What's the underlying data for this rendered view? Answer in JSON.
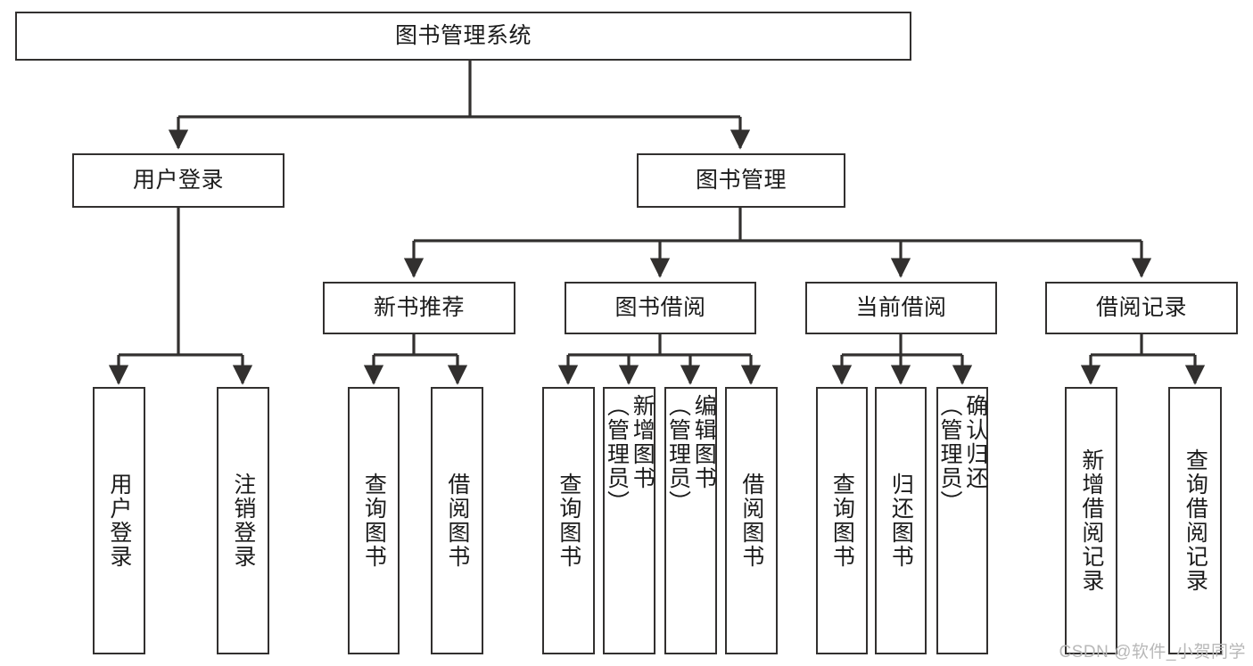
{
  "diagram": {
    "title": "图书管理系统",
    "type": "hierarchy-tree",
    "watermark": "CSDN @软件_小贺同学",
    "colors": {
      "box_border": "#32302f",
      "box_fill": "#ffffff",
      "connector": "#32302f",
      "text": "#1b1b1b",
      "watermark": "#b8b8b8",
      "background": "#ffffff"
    },
    "root": {
      "label": "图书管理系统"
    },
    "level2": [
      {
        "label": "用户登录"
      },
      {
        "label": "图书管理"
      }
    ],
    "level3": [
      {
        "label": "新书推荐"
      },
      {
        "label": "图书借阅"
      },
      {
        "label": "当前借阅"
      },
      {
        "label": "借阅记录"
      }
    ],
    "leaves": {
      "user_login": [
        {
          "label": "用户登录"
        },
        {
          "label": "注销登录"
        }
      ],
      "new_book_recommend": [
        {
          "label": "查询图书"
        },
        {
          "label": "借阅图书"
        }
      ],
      "book_borrow": [
        {
          "label": "查询图书"
        },
        {
          "label": "新增图书\n（管理员）"
        },
        {
          "label": "编辑图书\n（管理员）"
        },
        {
          "label": "借阅图书"
        }
      ],
      "current_borrow": [
        {
          "label": "查询图书"
        },
        {
          "label": "归还图书"
        },
        {
          "label": "确认归还\n（管理员）"
        }
      ],
      "borrow_record": [
        {
          "label": "新增借阅记录"
        },
        {
          "label": "查询借阅记录"
        }
      ]
    }
  }
}
